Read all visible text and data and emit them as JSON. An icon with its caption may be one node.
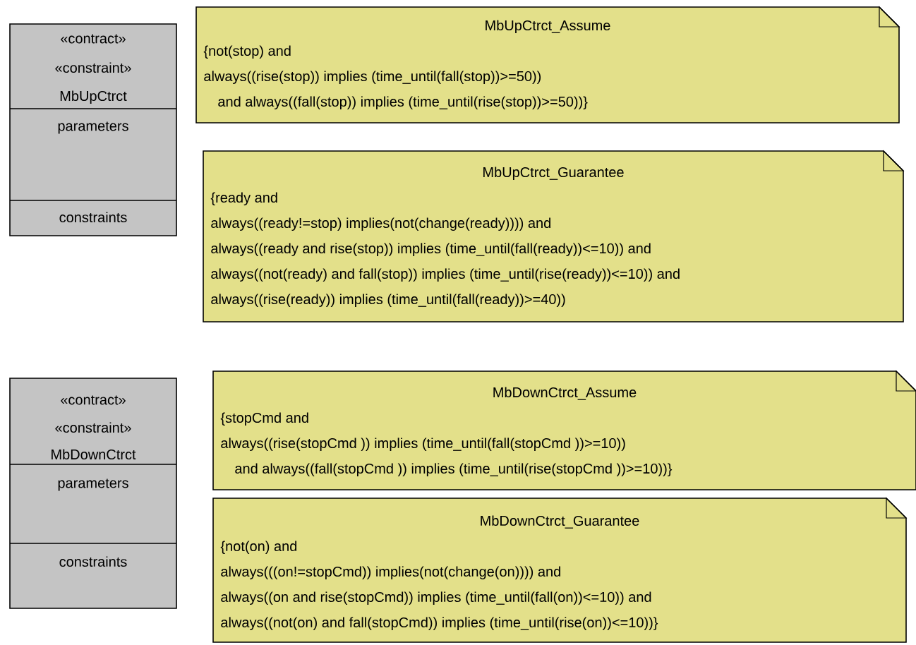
{
  "diagram": {
    "nodes": [
      {
        "text": [
          "«contract»",
          "«constraint»",
          "MbUpCtrct",
          "parameters",
          "constraints"
        ]
      },
      {
        "text": [
          "MbUpCtrct_Assume",
          "{not(stop) and",
          "always((rise(stop)) implies (time_until(fall(stop))>=50))",
          "and always((fall(stop)) implies (time_until(rise(stop))>=50))}"
        ]
      },
      {
        "text": [
          "MbUpCtrct_Guarantee",
          "{ready and",
          "always((ready!=stop) implies(not(change(ready))))  and",
          "always((ready and rise(stop)) implies (time_until(fall(ready))<=10)) and",
          "always((not(ready) and fall(stop)) implies (time_until(rise(ready))<=10)) and",
          "always((rise(ready)) implies (time_until(fall(ready))>=40))"
        ]
      },
      {
        "text": [
          "«contract»",
          "«constraint»",
          "MbDownCtrct",
          "parameters",
          "constraints"
        ]
      },
      {
        "text": [
          "MbDownCtrct_Assume",
          "{stopCmd and",
          "always((rise(stopCmd )) implies (time_until(fall(stopCmd ))>=10))",
          "and always((fall(stopCmd )) implies (time_until(rise(stopCmd ))>=10))}"
        ]
      },
      {
        "text": [
          "MbDownCtrct_Guarantee",
          "{not(on) and",
          "always(((on!=stopCmd)) implies(not(change(on))))  and",
          "always((on and rise(stopCmd)) implies (time_until(fall(on))<=10)) and",
          "always((not(on) and fall(stopCmd)) implies (time_until(rise(on))<=10))}"
        ]
      }
    ]
  }
}
